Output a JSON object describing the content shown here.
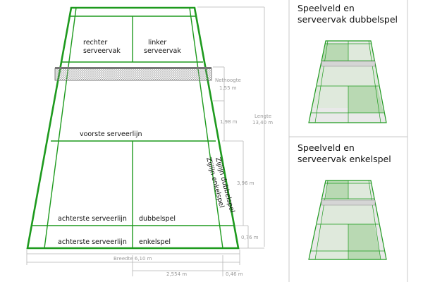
{
  "court_labels": {
    "right_service": [
      "rechter",
      "serveervak"
    ],
    "left_service": [
      "linker",
      "serveervak"
    ],
    "front_service_line": "voorste serveerlijn",
    "back_service_line_1": "achterste serveerlijn",
    "back_service_line_2": "achterste serveerlijn",
    "doubles": "dubbelspel",
    "singles": "enkelspel",
    "sideline_doubles": "Zijlijn dubbelspel",
    "sideline_singles": "Zijlijn enkelspel"
  },
  "dimensions": {
    "net_height": [
      "Nethoogte",
      "1,55 m"
    ],
    "length": [
      "Lengte",
      "13,40 m"
    ],
    "front_service": "1,98 m",
    "mid": "3,96 m",
    "back": "0,76 m",
    "width": "Breedte 6,10 m",
    "width_part": "2,554 m",
    "alley": "0,46 m"
  },
  "panels": {
    "doubles_title": [
      "Speelveld en",
      "serveervak dubbelspel"
    ],
    "singles_title": [
      "Speelveld en",
      "serveervak enkelspel"
    ]
  },
  "colors": {
    "court_line": "#1e9a1e",
    "dimension_text": "#9a9a9a",
    "highlight_fill": "#b9d9b3",
    "mini_court_fill": "#e9e9e9"
  }
}
